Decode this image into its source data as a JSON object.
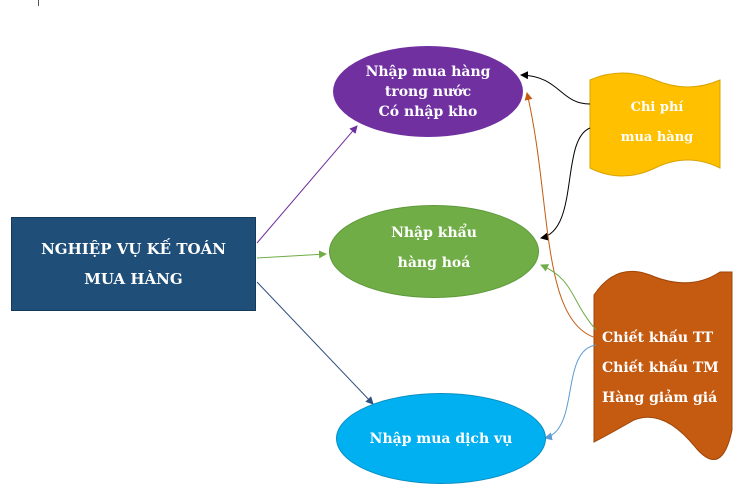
{
  "main_node": {
    "line1": "NGHIỆP VỤ KẾ TOÁN",
    "line2": "MUA HÀNG",
    "color": "#1f4e79"
  },
  "domestic_node": {
    "line1": "Nhập mua hàng",
    "line2": "trong nước",
    "line3": "Có nhập kho",
    "color": "#7030a0"
  },
  "import_node": {
    "line1": "Nhập khẩu",
    "line2": "hàng hoá",
    "color": "#70ad47"
  },
  "service_node": {
    "line1": "Nhập mua dịch vụ",
    "color": "#00b0f0"
  },
  "cost_node": {
    "line1": "Chi phí",
    "line2": "mua hàng",
    "color": "#ffc000"
  },
  "discount_node": {
    "items": [
      "Chiết khấu TT",
      "Chiết khấu TM",
      "Hàng giảm giá"
    ],
    "color": "#c55a11"
  }
}
